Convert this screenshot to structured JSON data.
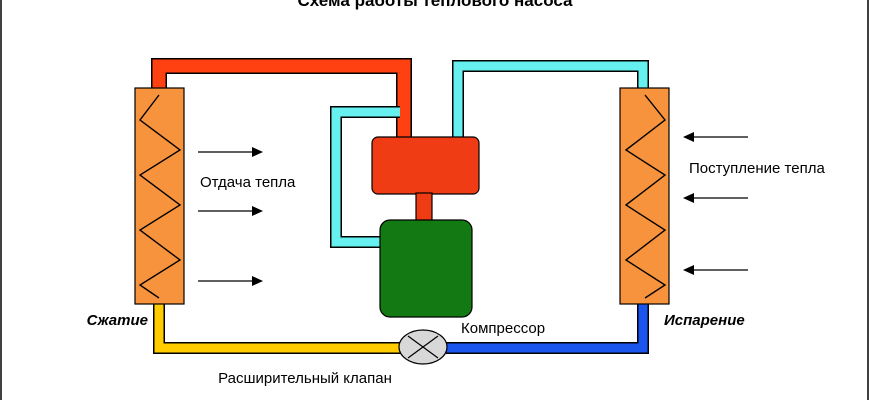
{
  "title": "Схема работы теплового насоса",
  "labels": {
    "heat_output": "Отдача тепла",
    "heat_input": "Поступление тепла",
    "compression": "Сжатие",
    "evaporation": "Испарение",
    "compressor": "Компрессор",
    "expansion_valve": "Расширительный клапан"
  },
  "colors": {
    "hot_pipe": "#ff4010",
    "cold_pipe": "#66f0f0",
    "liquid_pipe": "#ffcc00",
    "cool_return_pipe": "#1a55ee",
    "coil": "#f7933c",
    "compressor_head": "#f03c14",
    "compressor_motor": "#137a13",
    "valve": "#d8d8d8"
  }
}
